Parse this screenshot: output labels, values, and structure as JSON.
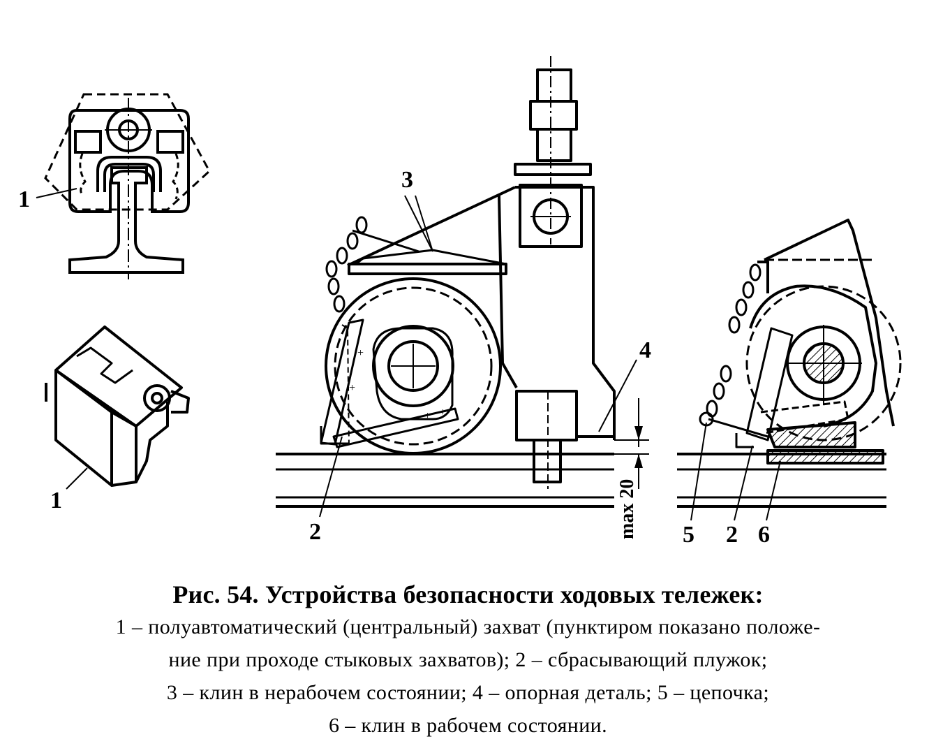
{
  "figure": {
    "labels": {
      "l1_top": "1",
      "l1_bottom": "1",
      "l2": "2",
      "l3": "3",
      "l4": "4",
      "l5": "5",
      "l2_right": "2",
      "l6": "6"
    },
    "dimension_label": "max 20"
  },
  "caption": {
    "title": "Рис. 54. Устройства безопасности ходовых тележек:",
    "lines": [
      "1 – полуавтоматический (центральный) захват (пунктиром показано положе-",
      "ние при проходе стыковых захватов); 2 – сбрасывающий плужок;",
      "3 – клин в нерабочем состоянии; 4 – опорная деталь; 5 – цепочка;",
      "6 – клин в рабочем состоянии."
    ]
  }
}
